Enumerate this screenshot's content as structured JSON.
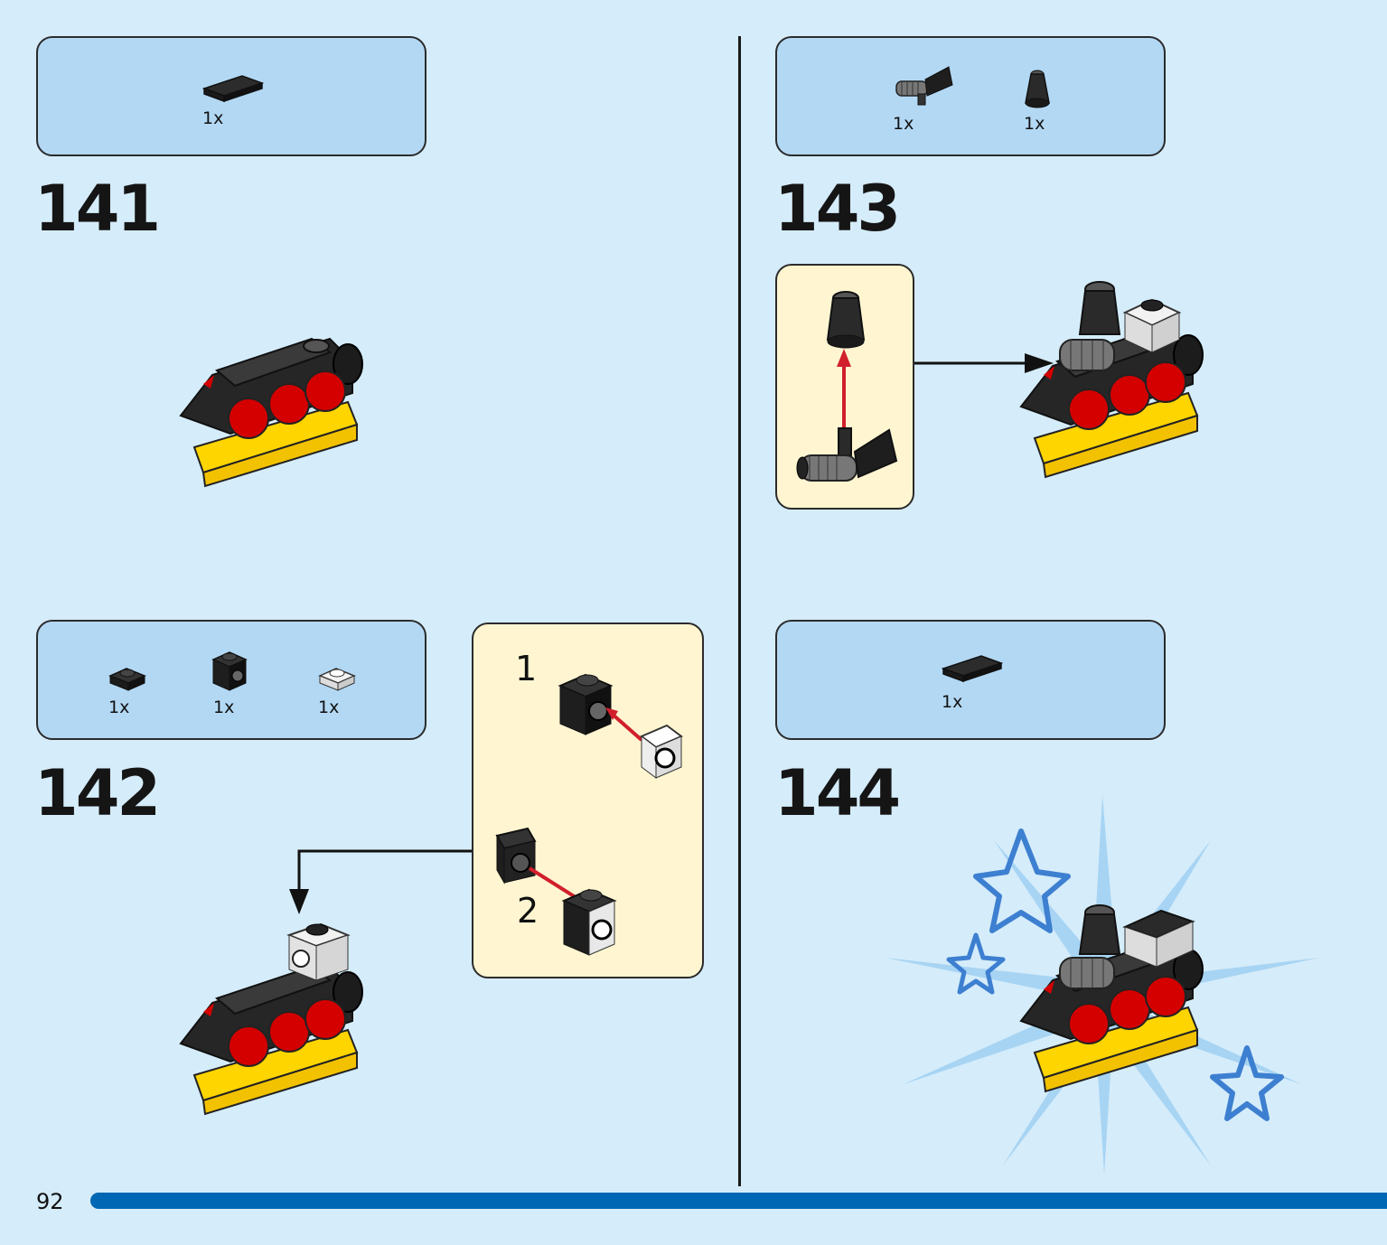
{
  "page": {
    "number": "92"
  },
  "steps": [
    {
      "number": "141",
      "parts": [
        {
          "qty": "1x",
          "icon": "black-tile-1x2-icon"
        }
      ]
    },
    {
      "number": "142",
      "parts": [
        {
          "qty": "1x",
          "icon": "black-plate-1x1-icon"
        },
        {
          "qty": "1x",
          "icon": "black-brick-1x1-stud-side-icon"
        },
        {
          "qty": "1x",
          "icon": "transparent-plate-1x1-icon"
        }
      ],
      "callout": {
        "sub1": "1",
        "sub2": "2"
      }
    },
    {
      "number": "143",
      "parts": [
        {
          "qty": "1x",
          "icon": "black-horn-element-icon"
        },
        {
          "qty": "1x",
          "icon": "black-cone-icon"
        }
      ]
    },
    {
      "number": "144",
      "parts": [
        {
          "qty": "1x",
          "icon": "black-tile-1x2-icon"
        }
      ]
    }
  ],
  "colors": {
    "background": "#d5ecfa",
    "parts_box": "#b3d8f4",
    "callout": "#fff5d1",
    "progress_bar": "#0067b4",
    "arrow_red": "#d11f2b"
  }
}
